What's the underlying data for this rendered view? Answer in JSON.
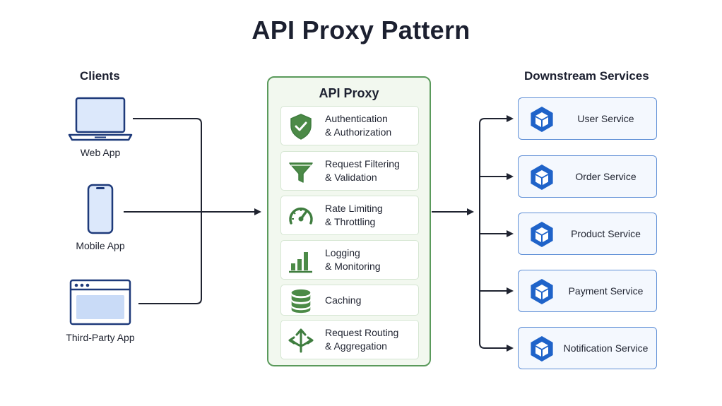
{
  "title": "API Proxy Pattern",
  "clients": {
    "heading": "Clients",
    "items": [
      {
        "label": "Web App",
        "icon": "laptop-icon"
      },
      {
        "label": "Mobile App",
        "icon": "mobile-phone-icon"
      },
      {
        "label": "Third-Party App",
        "icon": "browser-window-icon"
      }
    ]
  },
  "proxy": {
    "title": "API Proxy",
    "features": [
      {
        "line1": "Authentication",
        "line2": "& Authorization",
        "icon": "shield-check-icon"
      },
      {
        "line1": "Request Filtering",
        "line2": "& Validation",
        "icon": "funnel-icon"
      },
      {
        "line1": "Rate Limiting",
        "line2": "& Throttling",
        "icon": "gauge-icon"
      },
      {
        "line1": "Logging",
        "line2": "& Monitoring",
        "icon": "bar-chart-icon"
      },
      {
        "line1": "Caching",
        "line2": "",
        "icon": "database-icon"
      },
      {
        "line1": "Request Routing",
        "line2": "& Aggregation",
        "icon": "routing-arrows-icon"
      }
    ]
  },
  "services": {
    "heading": "Downstream Services",
    "items": [
      {
        "label": "User Service",
        "icon": "cube-icon"
      },
      {
        "label": "Order Service",
        "icon": "cube-icon"
      },
      {
        "label": "Product Service",
        "icon": "cube-icon"
      },
      {
        "label": "Payment Service",
        "icon": "cube-icon"
      },
      {
        "label": "Notification Service",
        "icon": "cube-icon"
      }
    ]
  },
  "colors": {
    "client_stroke": "#1e3a7a",
    "client_fill": "#dce8fb",
    "proxy_green": "#3f7d3f",
    "proxy_border": "#5a9a5b",
    "proxy_bg": "#f2f8ef",
    "service_blue": "#1f63c9",
    "service_border": "#5f8fd6",
    "connector": "#1f2330"
  }
}
